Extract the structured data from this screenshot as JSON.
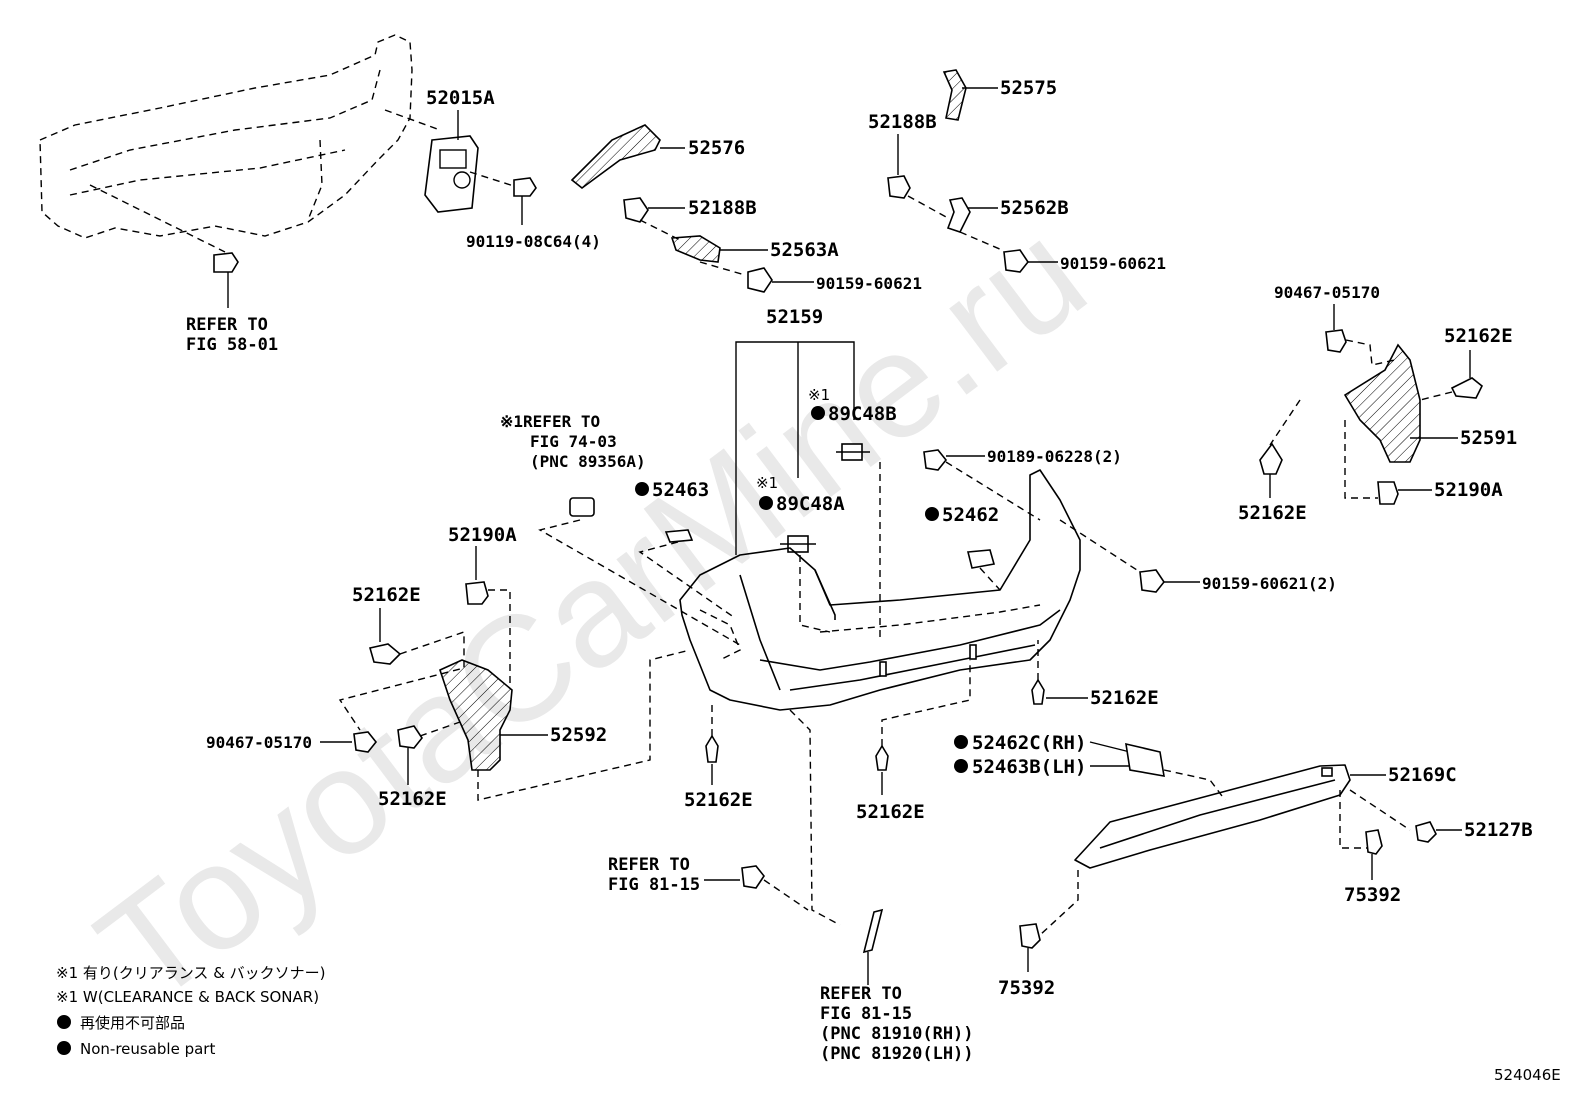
{
  "watermark": "ToyotaCarMine.ru",
  "figure_code": "524046E",
  "labels": {
    "p52015A": "52015A",
    "p52576": "52576",
    "p52575": "52575",
    "p52188B_a": "52188B",
    "p52188B_b": "52188B",
    "p52563A": "52563A",
    "p52562B": "52562B",
    "p90119": "90119-08C64(4)",
    "p90159_a": "90159-60621",
    "p90159_b": "90159-60621",
    "p90159_c": "90159-60621(2)",
    "p52159": "52159",
    "p90467_a": "90467-05170",
    "p90467_b": "90467-05170",
    "p52162E_r1": "52162E",
    "p52591": "52591",
    "p52162E_r2": "52162E",
    "p52190A_r": "52190A",
    "p89C48B": "89C48B",
    "p89C48A": "89C48A",
    "p90189": "90189-06228(2)",
    "p52463": "52463",
    "p52462": "52462",
    "p52190A_l": "52190A",
    "p52162E_l1": "52162E",
    "p52592": "52592",
    "p52162E_l2": "52162E",
    "p52162E_c1": "52162E",
    "p52162E_c2": "52162E",
    "p52162E_c3": "52162E",
    "p52462C": "52462C(RH)",
    "p52463B": "52463B(LH)",
    "p52169C": "52169C",
    "p52127B": "52127B",
    "p75392_a": "75392",
    "p75392_b": "75392",
    "mark1_a": "※1",
    "mark1_b": "※1"
  },
  "refs": {
    "fig5801": [
      "REFER TO",
      "FIG 58-01"
    ],
    "fig7403": [
      "※1REFER TO",
      "FIG 74-03",
      "(PNC 89356A)"
    ],
    "fig8115_a": [
      "REFER TO",
      "FIG 81-15"
    ],
    "fig8115_b": [
      "REFER TO",
      "FIG 81-15",
      "(PNC 81910(RH))",
      "(PNC 81920(LH))"
    ]
  },
  "legend": [
    "※1 有り(クリアランス & バックソナー)",
    "※1 W(CLEARANCE & BACK SONAR)",
    "再使用不可部品",
    "Non-reusable part"
  ]
}
